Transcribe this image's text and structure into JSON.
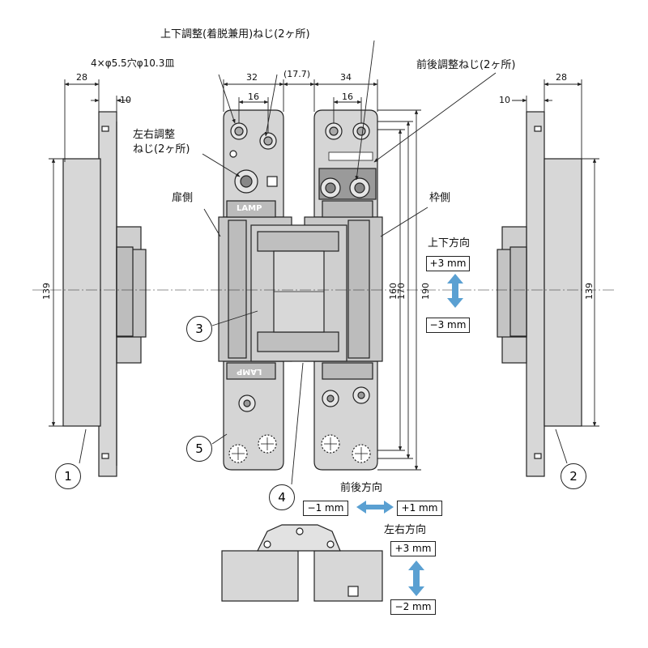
{
  "labels": {
    "updown_screw": "上下調整(着脱兼用)ねじ(2ヶ所)",
    "mount_holes": "4×φ5.5穴φ10.3皿",
    "frontback_screw": "前後調整ねじ(2ヶ所)",
    "leftright_screw_1": "左右調整",
    "leftright_screw_2": "ねじ(2ヶ所)",
    "door_side": "扉側",
    "frame_side": "枠側",
    "updown_dir": "上下方向",
    "frontback_dir": "前後方向",
    "leftright_dir": "左右方向",
    "brand_top": "LAMP",
    "brand_bottom": "LAMP"
  },
  "dimensions": {
    "left_28": "28",
    "left_10": "10",
    "w32": "32",
    "w16a": "16",
    "gap": "(17.7)",
    "w34": "34",
    "w16b": "16",
    "right_10": "10",
    "right_28": "28",
    "h139_left": "139",
    "h160": "160",
    "h170": "170",
    "h190": "190",
    "h139_right": "139"
  },
  "adjust": {
    "updown_plus": "+3 mm",
    "updown_minus": "−3 mm",
    "frontback_minus": "−1 mm",
    "frontback_plus": "+1 mm",
    "leftright_plus": "+3 mm",
    "leftright_minus": "−2 mm"
  },
  "callouts": [
    "1",
    "2",
    "3",
    "4",
    "5"
  ],
  "colors": {
    "part": "#d7d7d7",
    "part_dark": "#bdbdbd",
    "arrow": "#5aa0d2",
    "line": "#222222"
  }
}
